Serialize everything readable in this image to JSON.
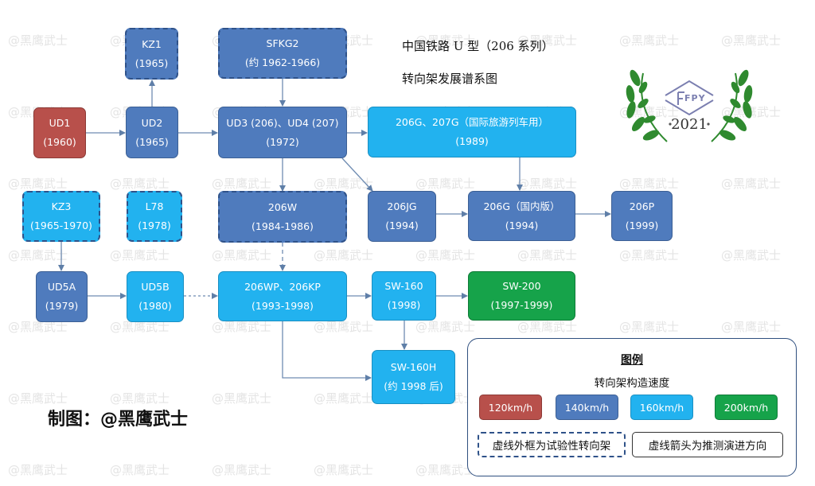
{
  "title": {
    "line1": "中国铁路 U 型（206 系列）",
    "line2": "转向架发展谱系图"
  },
  "maker": "制图：@黑鹰武士",
  "watermark": "@黑鹰武士",
  "logo": {
    "year": "2021",
    "letters": "FPY"
  },
  "colors": {
    "c120": "#b8504b",
    "c140": "#4f7bbd",
    "c160": "#22b2ef",
    "c200": "#16a34a"
  },
  "nodes": {
    "ud1": {
      "name": "UD1",
      "year": "(1960)"
    },
    "ud2": {
      "name": "UD2",
      "year": "(1965)"
    },
    "kz1": {
      "name": "KZ1",
      "year": "(1965)"
    },
    "sfkg2": {
      "name": "SFKG2",
      "year": "(约 1962-1966)"
    },
    "ud3": {
      "name": "UD3 (206)、UD4 (207)",
      "year": "(1972)"
    },
    "g206g207": {
      "name": "206G、207G（国际旅游列车用）",
      "year": "(1989)"
    },
    "kz3": {
      "name": "KZ3",
      "year": "(1965-1970)"
    },
    "l78": {
      "name": "L78",
      "year": "(1978)"
    },
    "w206": {
      "name": "206W",
      "year": "(1984-1986)"
    },
    "jg206": {
      "name": "206JG",
      "year": "(1994)"
    },
    "g206dom": {
      "name": "206G（国内版）",
      "year": "(1994)"
    },
    "p206": {
      "name": "206P",
      "year": "(1999)"
    },
    "ud5a": {
      "name": "UD5A",
      "year": "(1979)"
    },
    "ud5b": {
      "name": "UD5B",
      "year": "(1980)"
    },
    "wp206": {
      "name": "206WP、206KP",
      "year": "(1993-1998)"
    },
    "sw160": {
      "name": "SW-160",
      "year": "(1998)"
    },
    "sw200": {
      "name": "SW-200",
      "year": "(1997-1999)"
    },
    "sw160h": {
      "name": "SW-160H",
      "year": "(约 1998 后)"
    }
  },
  "legend": {
    "title": "图例",
    "subtitle": "转向架构造速度",
    "speeds": [
      "120km/h",
      "140km/h",
      "160km/h",
      "200km/h"
    ],
    "note_dashed_box": "虚线外框为试验性转向架",
    "note_dashed_arrow": "虚线箭头为推测演进方向"
  }
}
